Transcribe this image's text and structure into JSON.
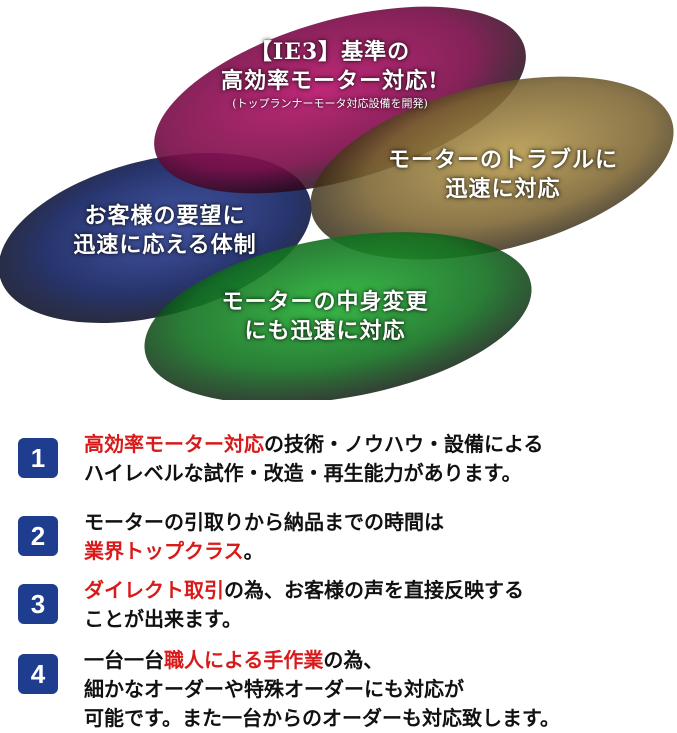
{
  "ellipses": {
    "ie3": {
      "line1": "【IE3】基準の",
      "line2": "高効率モーター対応!",
      "sub": "(トップランナーモータ対応設備を開発)",
      "color": "#a0135f"
    },
    "trouble": {
      "line1": "モーターのトラブルに",
      "line2": "迅速に対応",
      "color": "#a3823a"
    },
    "request": {
      "line1": "お客様の要望に",
      "line2": "迅速に応える体制",
      "color": "#2a3a86"
    },
    "change": {
      "line1": "モーターの中身変更",
      "line2": "にも迅速に対応",
      "color": "#1c9a2a"
    }
  },
  "points": [
    {
      "num": "1",
      "line1_hl": "高効率モーター対応",
      "line1_rest": "の技術・ノウハウ・設備による",
      "line2": "ハイレベルな試作・改造・再生能力があります。"
    },
    {
      "num": "2",
      "line1": "モーターの引取りから納品までの時間は",
      "line2_hl": "業界トップクラス",
      "line2_rest": "。"
    },
    {
      "num": "3",
      "line1_hl": "ダイレクト取引",
      "line1_rest": "の為、お客様の声を直接反映する",
      "line2": "ことが出来ます。"
    },
    {
      "num": "4",
      "line1_pre": "一台一台",
      "line1_hl": "職人による手作業",
      "line1_rest": "の為、",
      "line2": "細かなオーダーや特殊オーダーにも対応が",
      "line3": "可能です。また一台からのオーダーも対応致します。"
    }
  ],
  "colors": {
    "highlight": "#d81a1a",
    "badge": "#1e3d8f"
  }
}
